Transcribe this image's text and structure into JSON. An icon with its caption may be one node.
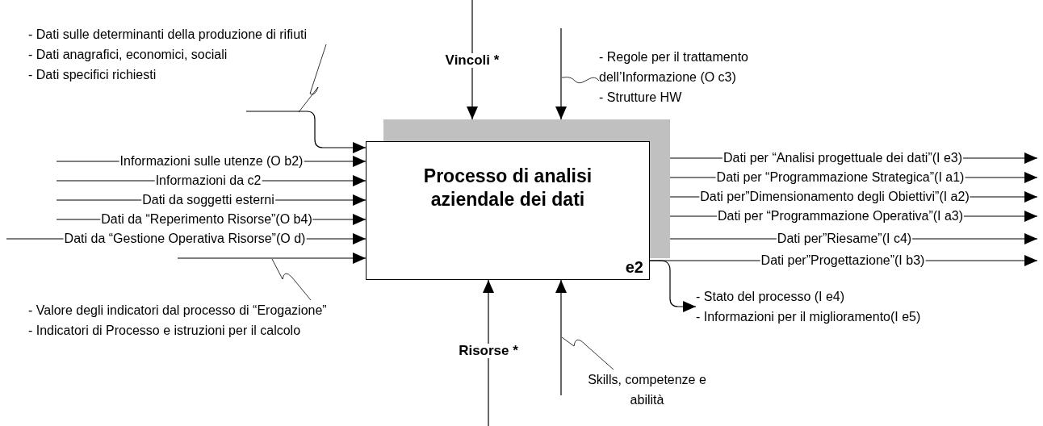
{
  "diagram": {
    "nodes": [
      {
        "text": [
          "Processo di analisi aziendale dei dati",
          "e2"
        ]
      },
      {
        "text": [
          "- Dati sulle determinanti della produzione di rifiuti",
          "- Dati anagrafici, economici, sociali",
          "- Dati specifici richiesti"
        ]
      },
      {
        "text": [
          "- Regole per il trattamento dell’Informazione (O c3)",
          "- Strutture HW"
        ]
      },
      {
        "text": [
          "- Valore degli indicatori dal processo di “Erogazione”",
          "- Indicatori di Processo e istruzioni per il calcolo"
        ]
      },
      {
        "text": [
          "Skills, competenze e abilità"
        ]
      },
      {
        "text": [
          "- Stato del processo (I e4)",
          "- Informazioni per il miglioramento(I e5)"
        ]
      }
    ],
    "edges": [
      {
        "from": null,
        "to": 0,
        "arrow": "to",
        "label": "Vincoli *"
      },
      {
        "from": null,
        "to": 0,
        "arrow": "to"
      },
      {
        "from": 2,
        "to": null,
        "arrow": "none"
      },
      {
        "from": null,
        "to": 0,
        "arrow": "to"
      },
      {
        "from": 1,
        "to": null,
        "arrow": "none"
      },
      {
        "from": null,
        "to": 0,
        "arrow": "to",
        "label": "Informazioni sulle utenze (O b2)"
      },
      {
        "from": null,
        "to": 0,
        "arrow": "to",
        "label": "Informazioni da c2"
      },
      {
        "from": null,
        "to": 0,
        "arrow": "to",
        "label": "Dati da soggetti esterni"
      },
      {
        "from": null,
        "to": 0,
        "arrow": "to",
        "label": "Dati da “Reperimento Risorse”(O b4)"
      },
      {
        "from": null,
        "to": 0,
        "arrow": "to",
        "label": "Dati da “Gestione Operativa Risorse”(O d)"
      },
      {
        "from": null,
        "to": 0,
        "arrow": "to"
      },
      {
        "from": 3,
        "to": null,
        "arrow": "none"
      },
      {
        "from": 0,
        "to": null,
        "arrow": "to",
        "label": "Dati per “Analisi progettuale dei dati”(I e3)"
      },
      {
        "from": 0,
        "to": null,
        "arrow": "to",
        "label": "Dati per “Programmazione Strategica”(I a1)"
      },
      {
        "from": 0,
        "to": null,
        "arrow": "to",
        "label": "Dati per”Dimensionamento degli Obiettivi”(I a2)"
      },
      {
        "from": 0,
        "to": null,
        "arrow": "to",
        "label": "Dati per “Programmazione Operativa”(I a3)"
      },
      {
        "from": 0,
        "to": null,
        "arrow": "to",
        "label": "Dati per”Riesame”(I c4)"
      },
      {
        "from": 0,
        "to": null,
        "arrow": "to",
        "label": "Dati per”Progettazione”(I b3)"
      },
      {
        "from": 0,
        "to": 5,
        "arrow": "to"
      },
      {
        "from": null,
        "to": 0,
        "arrow": "to",
        "label": "Risorse *"
      },
      {
        "from": null,
        "to": 0,
        "arrow": "to"
      },
      {
        "from": 4,
        "to": null,
        "arrow": "none"
      }
    ]
  }
}
